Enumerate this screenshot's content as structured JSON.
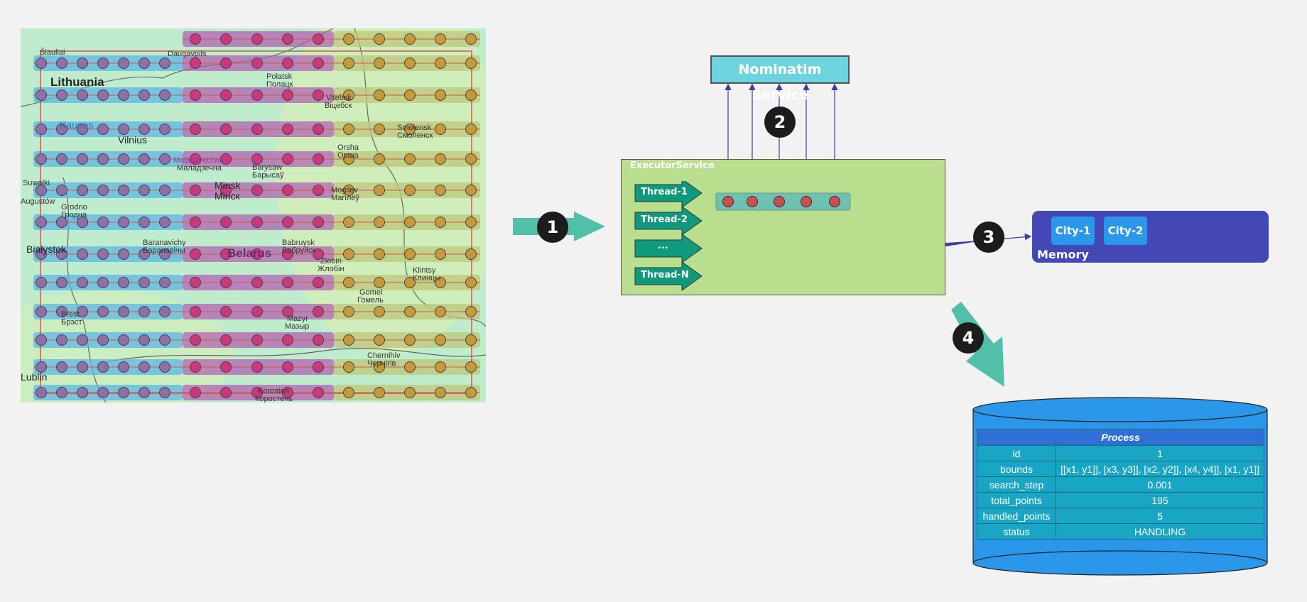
{
  "map": {
    "country_labels": [
      "Lithuania",
      "Belarus"
    ],
    "city_labels": [
      "Šiauliai",
      "Daugavpils",
      "Polatsk",
      "Полацк",
      "Vitebsk",
      "Віцебск",
      "Kaunas",
      "Vilnius",
      "Smolensk",
      "Смоленск",
      "Orsha",
      "Орша",
      "Maladzyechna",
      "Маладзечна",
      "Barysaw",
      "Барысаў",
      "Suwałki",
      "Minsk",
      "Мінск",
      "Mogilev",
      "Магілёў",
      "Augustów",
      "Grodno",
      "Гродна",
      "Baranavichy",
      "Баранавічы",
      "Babruysk",
      "Бабруйск",
      "Białystok",
      "Zlobin",
      "Жлобін",
      "Klintsy",
      "Клинцы",
      "Gomel",
      "Гомель",
      "Brest",
      "Брэст",
      "Mazyr",
      "Мазыр",
      "Chernihiv",
      "Чернігів",
      "Lublin",
      "Korosten",
      "Коростень"
    ],
    "colors": {
      "blue": "#5eb6e6",
      "purple": "#b05ab0",
      "olive": "#bcc77a",
      "dot_purple": "#c83a7a",
      "dot_olive": "#c69a3a"
    }
  },
  "nominatim": {
    "label": "Nominatim Service"
  },
  "executor": {
    "title": "ExecutorService",
    "threads": [
      "Thread-1",
      "Thread-2",
      "...",
      "Thread-N"
    ]
  },
  "memory": {
    "label": "Memory",
    "cities": [
      "City-1",
      "City-2"
    ]
  },
  "steps": [
    "1",
    "2",
    "3",
    "4"
  ],
  "process": {
    "title": "Process",
    "rows": [
      {
        "key": "id",
        "value": "1"
      },
      {
        "key": "bounds",
        "value": "[[x1, y1]], [x3, y3]], [x2, y2]], [x4, y4]], [x1, y1]]"
      },
      {
        "key": "search_step",
        "value": "0.001"
      },
      {
        "key": "total_points",
        "value": "195"
      },
      {
        "key": "handled_points",
        "value": "5"
      },
      {
        "key": "status",
        "value": "HANDLING"
      }
    ]
  },
  "colors": {
    "arrow": "#52bfa8",
    "thread": "#0f9a7e",
    "nominatim": "#6dd3df",
    "executor": "#b9de8e",
    "memory": "#4348b6",
    "city": "#2a97ea",
    "db": "#2a97ea",
    "table_header": "#2f6fd6",
    "table_cell": "#19a5c4"
  }
}
